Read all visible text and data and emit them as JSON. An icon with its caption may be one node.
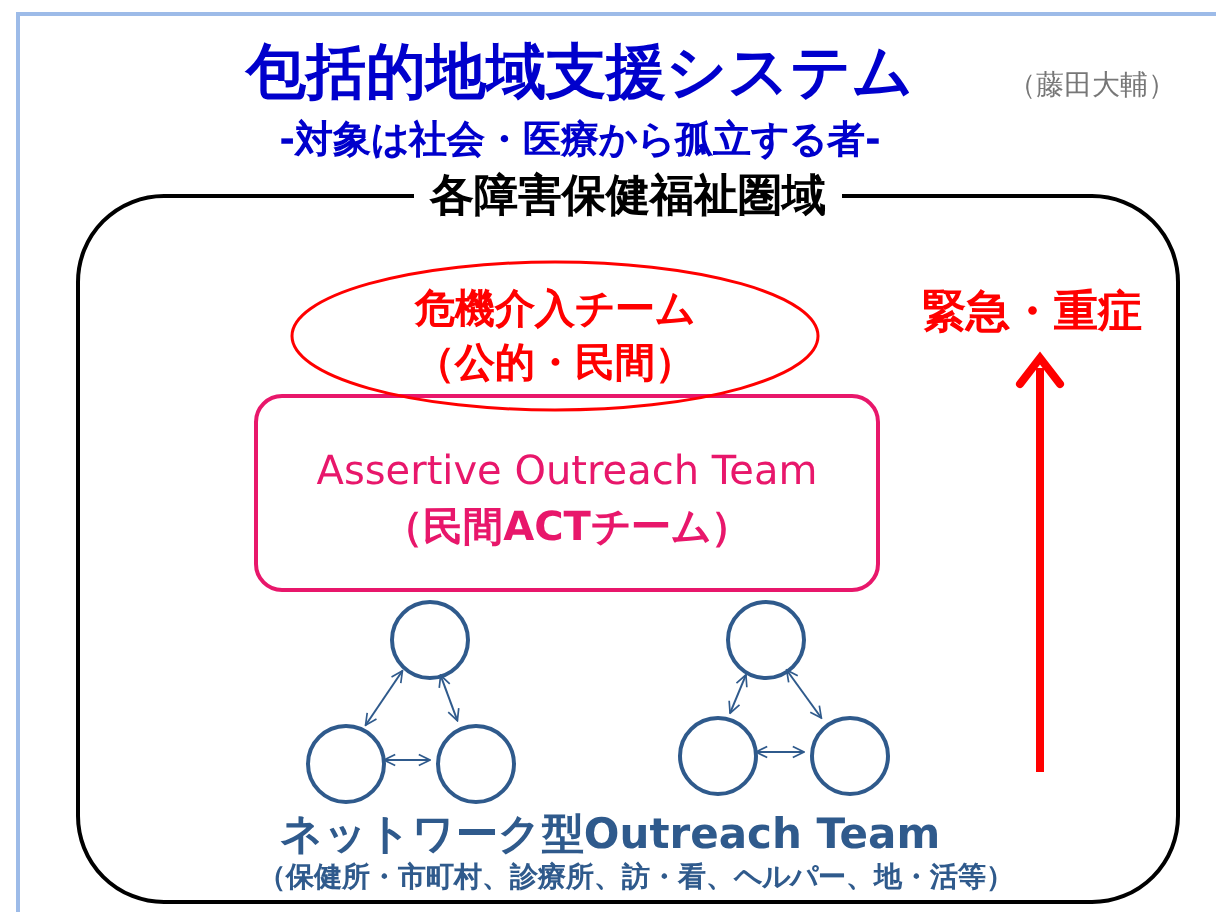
{
  "diagram": {
    "title": "包括的地域支援システム",
    "nodes": [
      {
        "text": [
          "各障害保健福祉圏域"
        ]
      },
      {
        "text": [
          "危機介入チーム",
          "（公的・民間）"
        ],
        "in": 0
      },
      {
        "text": [
          "Assertive Outreach Team",
          "（民間ACTチーム）"
        ],
        "in": 0
      },
      {
        "text": [],
        "shape": "circle",
        "in": 0
      },
      {
        "text": [],
        "shape": "circle",
        "in": 0
      },
      {
        "text": [],
        "shape": "circle",
        "in": 0
      },
      {
        "text": [],
        "shape": "circle",
        "in": 0
      },
      {
        "text": [],
        "shape": "circle",
        "in": 0
      },
      {
        "text": [],
        "shape": "circle",
        "in": 0
      }
    ],
    "edges": [
      {
        "from": 3,
        "to": 4,
        "arrow": "both"
      },
      {
        "from": 3,
        "to": 5,
        "arrow": "both"
      },
      {
        "from": 4,
        "to": 5,
        "arrow": "both"
      },
      {
        "from": 6,
        "to": 7,
        "arrow": "both"
      },
      {
        "from": 6,
        "to": 8,
        "arrow": "both"
      },
      {
        "from": 7,
        "to": 8,
        "arrow": "both"
      }
    ],
    "labels": [
      "-対象は社会・医療から孤立する者-",
      "（藤田大輔）",
      "緊急・重症",
      "ネットワーク型Outreach Team",
      "（保健所・市町村、診療所、訪・看、ヘルパー、地・活等）"
    ]
  }
}
